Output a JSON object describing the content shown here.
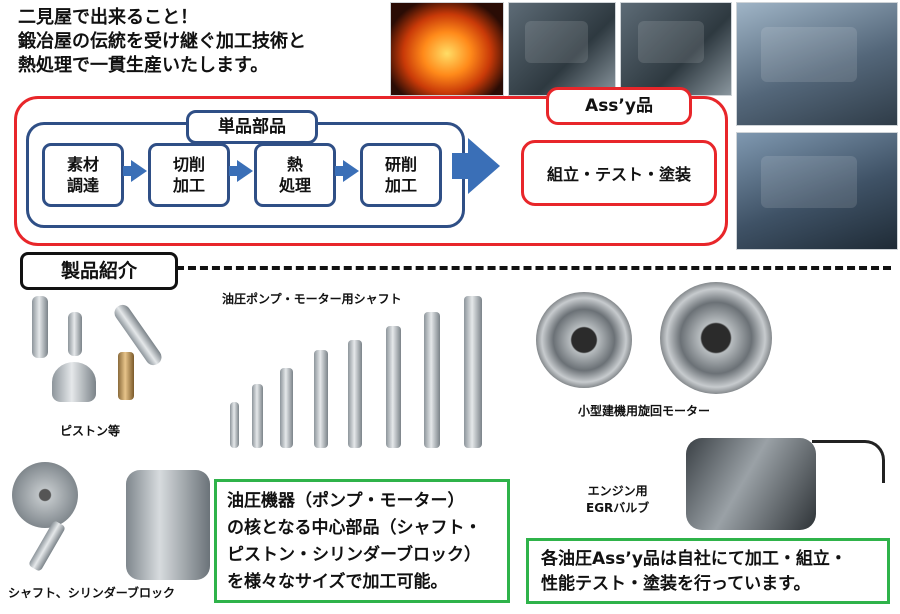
{
  "intro": {
    "line1": "二見屋で出来ること！",
    "line2": "鍛冶屋の伝統を受け継ぐ加工技術と",
    "line3": "熱処理で一貫生産いたします。"
  },
  "flow": {
    "assy_label": "Ass’y品",
    "tanpin_label": "単品部品",
    "steps": [
      {
        "line1": "素材",
        "line2": "調達"
      },
      {
        "line1": "切削",
        "line2": "加工"
      },
      {
        "line1": "熱",
        "line2": "処理"
      },
      {
        "line1": "研削",
        "line2": "加工"
      }
    ],
    "assy_process": "組立・テスト・塗装"
  },
  "products": {
    "section_title": "製品紹介",
    "captions": {
      "pistons": "ピストン等",
      "shafts_cylinder": "シャフト、シリンダーブロック",
      "pump_shafts": "油圧ポンプ・モーター用シャフト",
      "swing_motor": "小型建機用旋回モーター",
      "egr_line1": "エンジン用",
      "egr_line2": "EGRバルブ"
    },
    "box1": {
      "line1": "油圧機器（ポンプ・モーター）",
      "line2": "の核となる中心部品（シャフト・",
      "line3": "ピストン・シリンダーブロック）",
      "line4": "を様々なサイズで加工可能。"
    },
    "box2": {
      "line1": "各油圧Ass’y品は自社にて加工・組立・",
      "line2": "性能テスト・塗装を行っています。"
    }
  },
  "colors": {
    "red": "#e8262a",
    "navy": "#2f4f86",
    "arrow_blue": "#3a6fb7",
    "green": "#2fb34a"
  }
}
